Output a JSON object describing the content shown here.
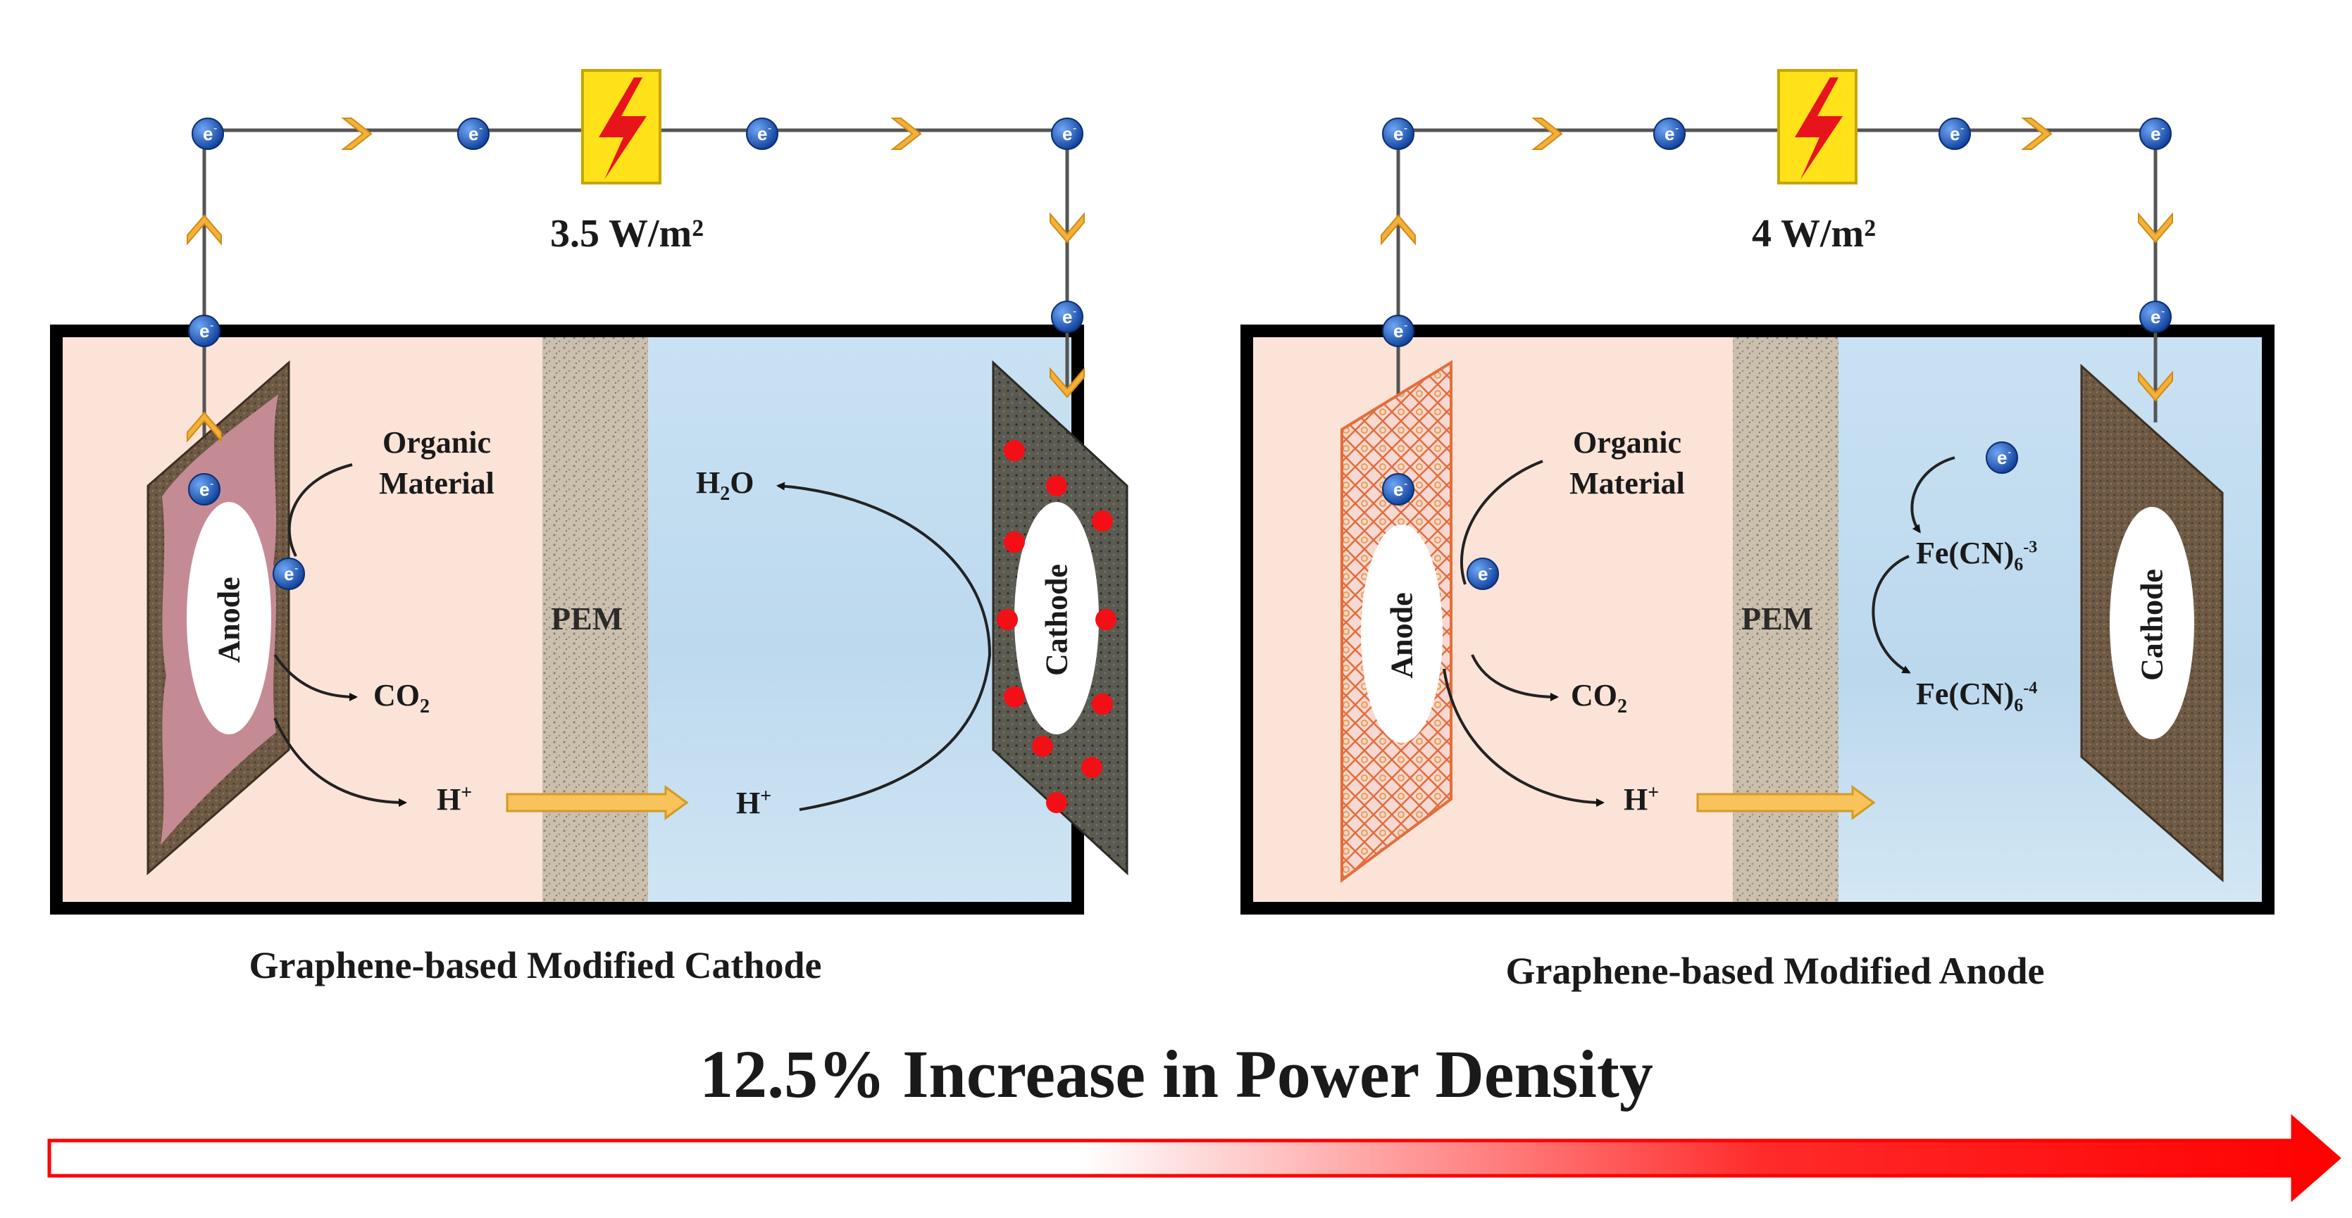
{
  "left_panel": {
    "power": "3.5 W/m²",
    "caption": "Graphene-based Modified Cathode",
    "organic": [
      "Organic",
      "Material"
    ],
    "anode": "Anode",
    "cathode": "Cathode",
    "pem": "PEM",
    "co2": "CO",
    "co2_sub": "2",
    "h_plus_1": "H",
    "h_plus_2": "H",
    "h_sup": "+",
    "h2o_h": "H",
    "h2o_sub": "2",
    "h2o_o": "O"
  },
  "right_panel": {
    "power": "4 W/m²",
    "caption": "Graphene-based Modified Anode",
    "organic": [
      "Organic",
      "Material"
    ],
    "anode": "Anode",
    "cathode": "Cathode",
    "pem": "PEM",
    "co2": "CO",
    "co2_sub": "2",
    "h_plus": "H",
    "h_sup": "+",
    "fe_ox": "Fe(CN)",
    "fe_ox_sub": "6",
    "fe_ox_sup": "-3",
    "fe_red": "Fe(CN)",
    "fe_red_sub": "6",
    "fe_red_sup": "-4"
  },
  "electron_label": "e",
  "electron_sup": "-",
  "headline": "12.5% Increase in Power Density",
  "colors": {
    "anode_chamber": "#fbe3d8",
    "cathode_chamber": "#c7e0f1",
    "electron": "#1f63c7",
    "chevron": "#f2b13b",
    "load_box": "#ffe21a",
    "lightning": "#e8141b",
    "catalyst_dot": "#f40f16",
    "arrow_red": "#ff0000"
  },
  "icons": [
    "electron-icon",
    "chevron-icon",
    "lightning-load-icon",
    "proton-flow-arrow",
    "gradient-arrow"
  ]
}
